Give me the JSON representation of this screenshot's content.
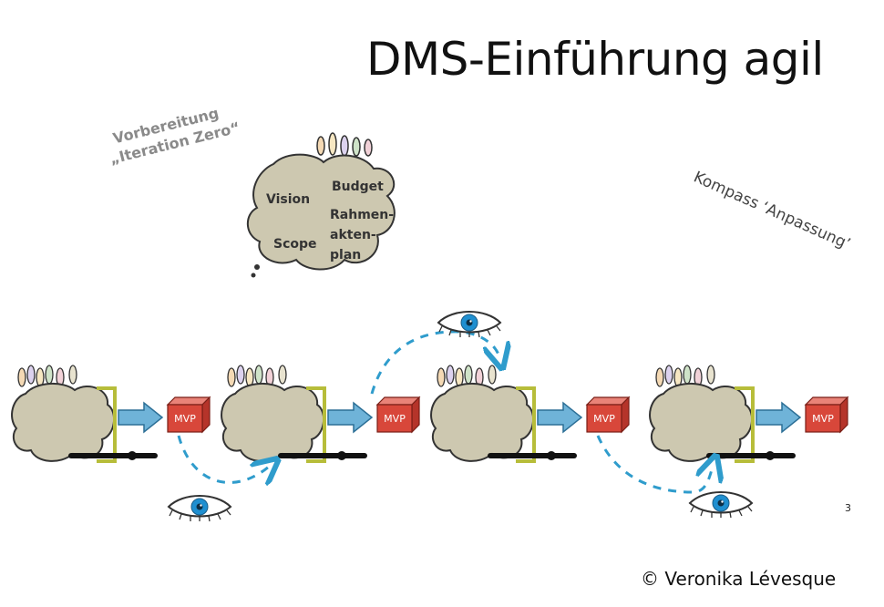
{
  "title": "DMS-Einführung agil",
  "preparation": {
    "line1": "Vorbereitung",
    "line2": "„Iteration Zero“"
  },
  "cloud_labels": {
    "vision": "Vision",
    "budget": "Budget",
    "rahmen1": "Rahmen-",
    "rahmen2": "akten-",
    "rahmen3": "plan",
    "scope": "Scope"
  },
  "compass_label": "Kompass ‘Anpassung’",
  "iteration_output": "MVP",
  "page_number": "3",
  "copyright": "© Veronika Lévesque",
  "colors": {
    "cloud_fill": "#cdc8b0",
    "mvp_box": "#d8473a",
    "arrow_fill": "#6fb3d8",
    "eye_iris": "#1f8fd0",
    "dashed_path": "#2f9ccc",
    "bracket": "#b7bd3a"
  }
}
